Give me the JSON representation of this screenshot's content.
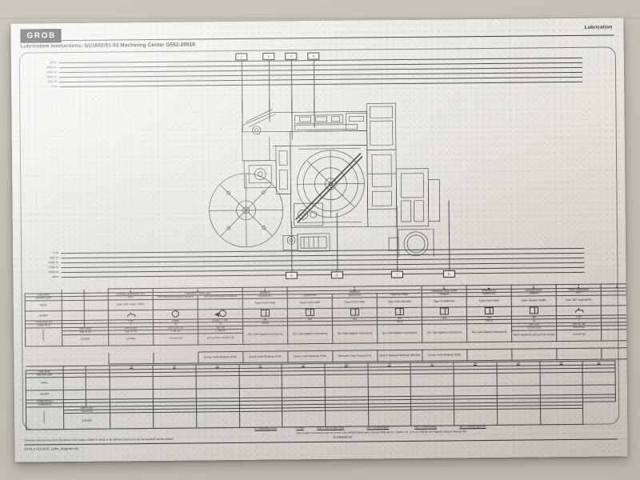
{
  "photo": {
    "subject": "printed GROB lubrication instruction chart on a board"
  },
  "header": {
    "logo": "GROB",
    "right_label": "Lubrication",
    "title": "Lubrication Instructions: GU1602/01-02 Machining Center G552-20010"
  },
  "scale_top": {
    "labels": [
      "other",
      "4000 hr",
      "2000 hr",
      "1000 hr",
      "500 hr",
      "0 hr"
    ]
  },
  "scale_bottom": {
    "labels": [
      "0 hr",
      "500 hr",
      "1000 hr",
      "2000 hr",
      "4000 hr",
      "other"
    ]
  },
  "callouts_top": [
    "1",
    "2",
    "3",
    "4"
  ],
  "callouts_bottom": [
    "5",
    "6",
    "7",
    "8"
  ],
  "table_top": {
    "row_labels": [
      "Lube point",
      "Machine part",
      "Notes",
      "Symbol",
      "Frequency [h]",
      "Capacity [l]"
    ],
    "lubricant_label": "Lubricant",
    "lubricant_rows": [
      "DIN 51502",
      "ISO 6743",
      "OTHER"
    ],
    "columns": [
      {
        "number": "1",
        "group": "Central Lubrication Unit",
        "sub": "- SKF -",
        "type": "Type: SKF-Vogel - MFE1",
        "symbol": "oiler",
        "frequency": "4 kP",
        "capacity": "4",
        "din": "DIN 51502",
        "iso": "ISO 6743",
        "other": "OTHER"
      },
      {
        "number": "2",
        "group": "Hydraulic Power Unit",
        "sub": "Tank\nwithout tribological\nanalysis",
        "type": "",
        "symbol": "circle",
        "frequency": "yearly",
        "capacity": "20",
        "din": "CKC/CKD 32",
        "iso": "L-HL 32",
        "other": "15 HLP 32"
      },
      {
        "number": "2",
        "group": "Hydraulic Power Unit",
        "sub": "Tank\nwith tribological\nanalysis",
        "type": "",
        "symbol": "triangle-circle",
        "frequency": "yearly / 7 min",
        "capacity": "20",
        "din": "HLP 46",
        "iso": "L-HM 46",
        "other": "15 HLP 46 / 15 HLP 32"
      },
      {
        "number": "3",
        "group": "Gearbox",
        "sub": "- Synchronic -",
        "type": "Type: F2CS-T005",
        "symbol": "box",
        "frequency": "one",
        "capacity": "500 g",
        "din": "See Sub-Supplier Instructions",
        "iso": "",
        "other": "Kyodo Yushi Multemp F230"
      },
      {
        "number": "4",
        "group": "Gearbox",
        "sub": "- Synchronic -",
        "type": "Type: F2CS-T485",
        "symbol": "box",
        "frequency": "one",
        "capacity": "",
        "din": "See Sub-Supplier Instructions",
        "iso": "",
        "other": "Kyodo Yushi Multemp F230"
      },
      {
        "number": "4",
        "group": "Gearbox",
        "sub": "- Synchronic -",
        "type": "Type: F2CS-T005",
        "symbol": "box",
        "frequency": "one",
        "capacity": "",
        "din": "See Sub-Supplier Instructions",
        "iso": "",
        "other": "Kyodo Yushi Multemp F230"
      },
      {
        "number": "5",
        "group": "",
        "sub": "Harmonic Drive",
        "type": "Type: CPU-25A-50H",
        "symbol": "box",
        "frequency": "one",
        "capacity": "40 g",
        "din": "See Sub-Supplier Instructions",
        "iso": "",
        "other": "Harmonic Drive Pauschal-41"
      },
      {
        "number": "6",
        "group": "Planetary Gear Drive",
        "sub": "- Neugart -",
        "type": "Type: PLN080-016",
        "symbol": "box",
        "frequency": "one",
        "capacity": "",
        "din": "See Sub-Supplier Instructions",
        "iso": "",
        "other": "Castrol Optigear Synthetic 800/100"
      },
      {
        "number": "7",
        "group": "Gearbox (2)",
        "sub": "- Synchronic -",
        "type": "Type: F2CS-T005",
        "symbol": "box",
        "frequency": "one",
        "capacity": "500 g",
        "din": "See Sub-Supplier Instructions",
        "iso": "",
        "other": "Kyodo Yushi Multemp F230"
      },
      {
        "number": "8",
        "group": "Geared Motor",
        "sub": "- Stöeber -",
        "type": "Type: Stöeber CA38A",
        "symbol": "box",
        "frequency": "one",
        "capacity": "33",
        "din": "CLP 220",
        "iso": "L-CKC 220",
        "other": "MOTI Synthetic Oil CLP PG VG220"
      },
      {
        "number": "9",
        "group": "Chain Lubrication",
        "sub": "- SKF -",
        "type": "Type: SKF-Vogel MFE1",
        "symbol": "oiler",
        "frequency": "4 kR",
        "capacity": "3",
        "din": "ISO VG 68",
        "iso": "ISO 6743",
        "other": "15 HLP 32"
      }
    ],
    "trailing_empty_numbers": [
      "9"
    ]
  },
  "table_bottom": {
    "row_labels": [
      "Lube point",
      "Machine part",
      "Notes",
      "Symbol",
      "Frequency [h]",
      "Capacity [l]"
    ],
    "lubricant_label": "Lubricant",
    "lubricant_rows": [
      "DIN 51502",
      "ISO 6743",
      "OTHER"
    ],
    "column_numbers": [
      "10",
      "11",
      "12",
      "13",
      "14",
      "15",
      "16",
      "17",
      "18",
      "19",
      "20",
      "21"
    ]
  },
  "footer": {
    "legend": [
      "h = operating hours",
      "l = liter",
      "both = out not later than",
      "one = 1x lubrication",
      "l/ml = 1 l/necessary",
      "kpl = 1 charge (grease)"
    ],
    "note_sub_supplier": "Sub-Supplier instructions can be found in the GROB Maintenance Manual (Manual 42, Chapter 4/1, or in the GROB Sub-Supplier Manual (Manual 45).",
    "important": "Important: read the instructions mentioned in the chapter relative to safety, in the lubricant chart and in the sub-supplier's documentation!",
    "doc_number": "GU1602/01-02",
    "file_ref": "2318.4   GU1602_Lube_diagram.xls"
  }
}
